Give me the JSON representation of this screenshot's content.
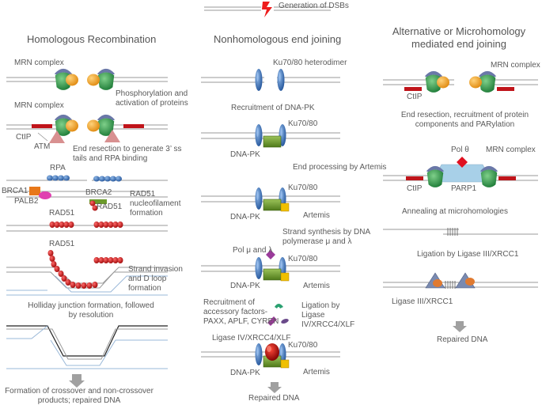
{
  "top": {
    "label": "Generation of DSBs"
  },
  "hr": {
    "title": "Homologous Recombination",
    "mrn1": "MRN complex",
    "mrn2": "MRN complex",
    "step_phospho": "Phosphorylation and activation of proteins",
    "ctip": "CtIP",
    "atm": "ATM",
    "step_resection": "End resection to generate 3’ ss tails and RPA binding",
    "rpa": "RPA",
    "brca1": "BRCA1",
    "palb2": "PALB2",
    "brca2": "BRCA2",
    "rad51_a": "RAD51",
    "rad51_b": "RAD51",
    "step_nucleofilament": "RAD51 nucleofilament formation",
    "rad51_c": "RAD51",
    "step_invasion": "Strand invasion and D loop formation",
    "step_holliday": "Holliday junction formation, followed by resolution",
    "result": "Formation of crossover and non-crossover products; repaired DNA"
  },
  "nhej": {
    "title": "Nonhomologous end joining",
    "ku_hetero": "Ku70/80 heterodimer",
    "step_dnapk": "Recruitment of DNA-PK",
    "ku1": "Ku70/80",
    "dnapk1": "DNA-PK",
    "step_artemis": "End processing by Artemis",
    "ku2": "Ku70/80",
    "dnapk2": "DNA-PK",
    "artemis1": "Artemis",
    "step_synthesis": "Strand synthesis by DNA polymerase μ and λ",
    "pol": "Pol μ and λ",
    "ku3": "Ku70/80",
    "dnapk3": "DNA-PK",
    "artemis2": "Artemis",
    "step_accessory": "Recruitment of accessory factors- PAXX, APLF, CYREN",
    "step_ligation": "Ligation by Ligase IV/XRCC4/XLF",
    "lig4": "Ligase IV/XRCC4/XLF",
    "ku4": "Ku70/80",
    "dnapk4": "DNA-PK",
    "artemis3": "Artemis",
    "result": "Repaired DNA"
  },
  "mmej": {
    "title": "Alternative or Microhomology mediated end joining",
    "mrn1": "MRN complex",
    "ctip1": "CtIP",
    "step_resection": "End resection, recruitment of protein components and PARylation",
    "polq": "Pol θ",
    "mrn2": "MRN complex",
    "ctip2": "CtIP",
    "parp1": "PARP1",
    "step_annealing": "Annealing at microhomologies",
    "step_ligation": "Ligation by Ligase III/XRCC1",
    "lig3": "Ligase III/XRCC1",
    "result": "Repaired DNA"
  },
  "colors": {
    "dna": "#9a9a9a",
    "mrn_green": "#2e9a4a",
    "mrn_orange": "#f0a020",
    "ctip_red": "#c0141a",
    "atm_pink": "#d89090",
    "rpa_blue": "#3a64a8",
    "rad51_red": "#c01010",
    "ku_blue": "#2f6fb5",
    "dnapk_green": "#6a9a2a",
    "artemis_yellow": "#f0c000",
    "parp_blue": "#a8d0e8",
    "polq_red": "#e01020",
    "lig_red": "#c00000",
    "arrow_gray": "#a0a0a0"
  }
}
